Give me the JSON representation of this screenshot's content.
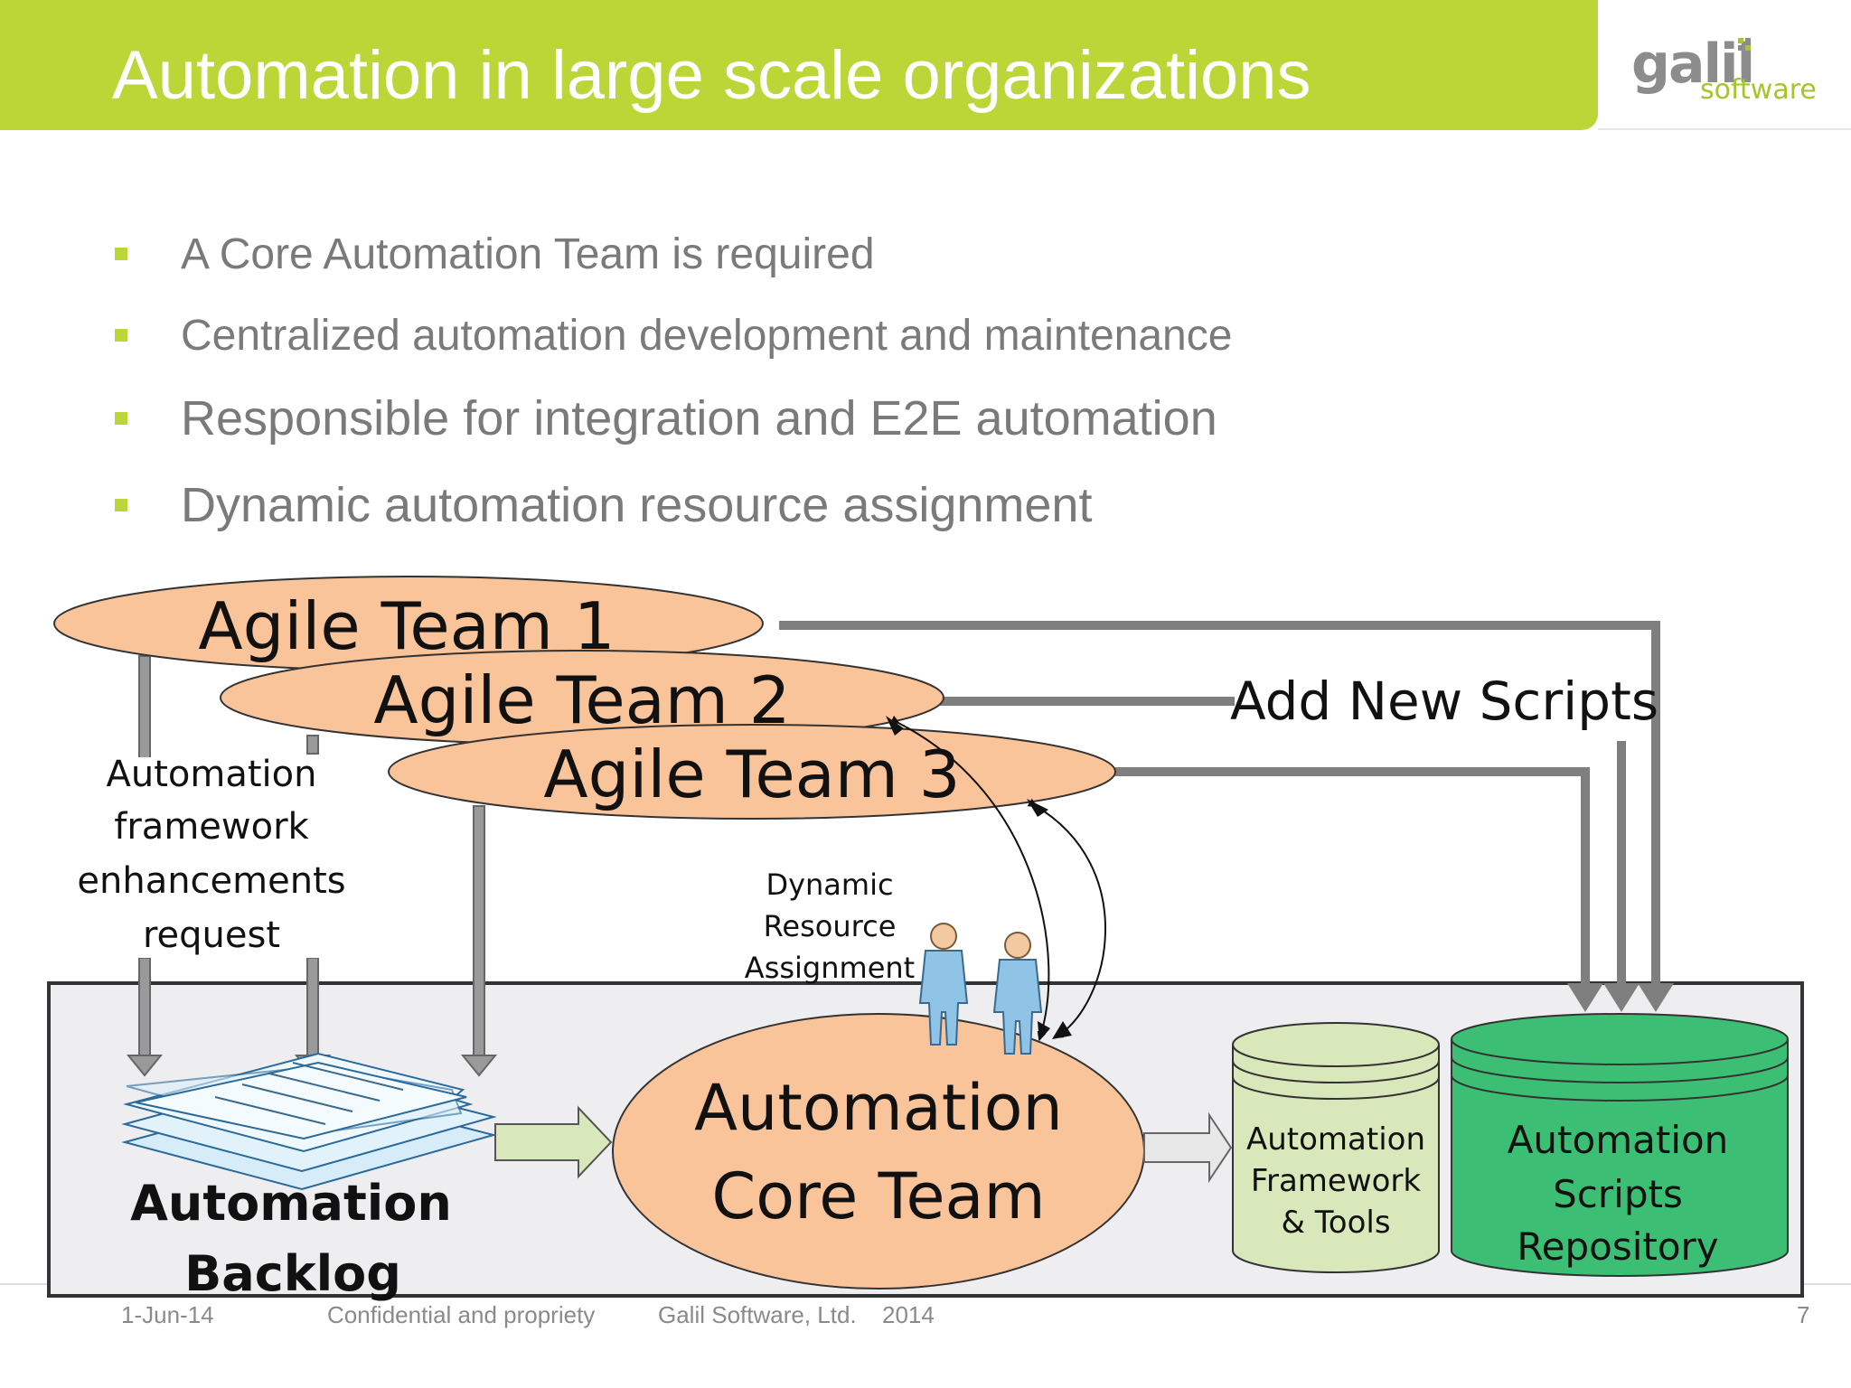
{
  "slide": {
    "title": "Automation in large scale organizations",
    "logo": {
      "main": "galil",
      "sub": "software"
    },
    "bullets": [
      "A Core Automation Team is required",
      "Centralized automation development and maintenance",
      "Responsible for integration and E2E automation",
      "Dynamic automation resource assignment"
    ]
  },
  "diagram": {
    "teams": [
      "Agile Team 1",
      "Agile Team 2",
      "Agile Team 3"
    ],
    "request_label": [
      "Automation",
      "framework",
      "enhancements",
      "request"
    ],
    "add_scripts_label": "Add New Scripts",
    "dynamic_label": [
      "Dynamic",
      "Resource",
      "Assignment"
    ],
    "backlog_label": [
      "Automation",
      "Backlog"
    ],
    "core_team_label": [
      "Automation",
      "Core Team"
    ],
    "framework_label": [
      "Automation",
      "Framework",
      "& Tools"
    ],
    "repository_label": [
      "Automation",
      "Scripts",
      "Repository"
    ]
  },
  "footer": {
    "date": "1-Jun-14",
    "confidential": "Confidential and propriety",
    "company": "Galil Software, Ltd.",
    "year": "2014",
    "page": "7"
  },
  "colors": {
    "header": "#bcd637",
    "team_fill": "#f9c49a",
    "framework_fill": "#d9e8bb",
    "repository_fill": "#3cbf74",
    "arrow_gray": "#808080"
  }
}
